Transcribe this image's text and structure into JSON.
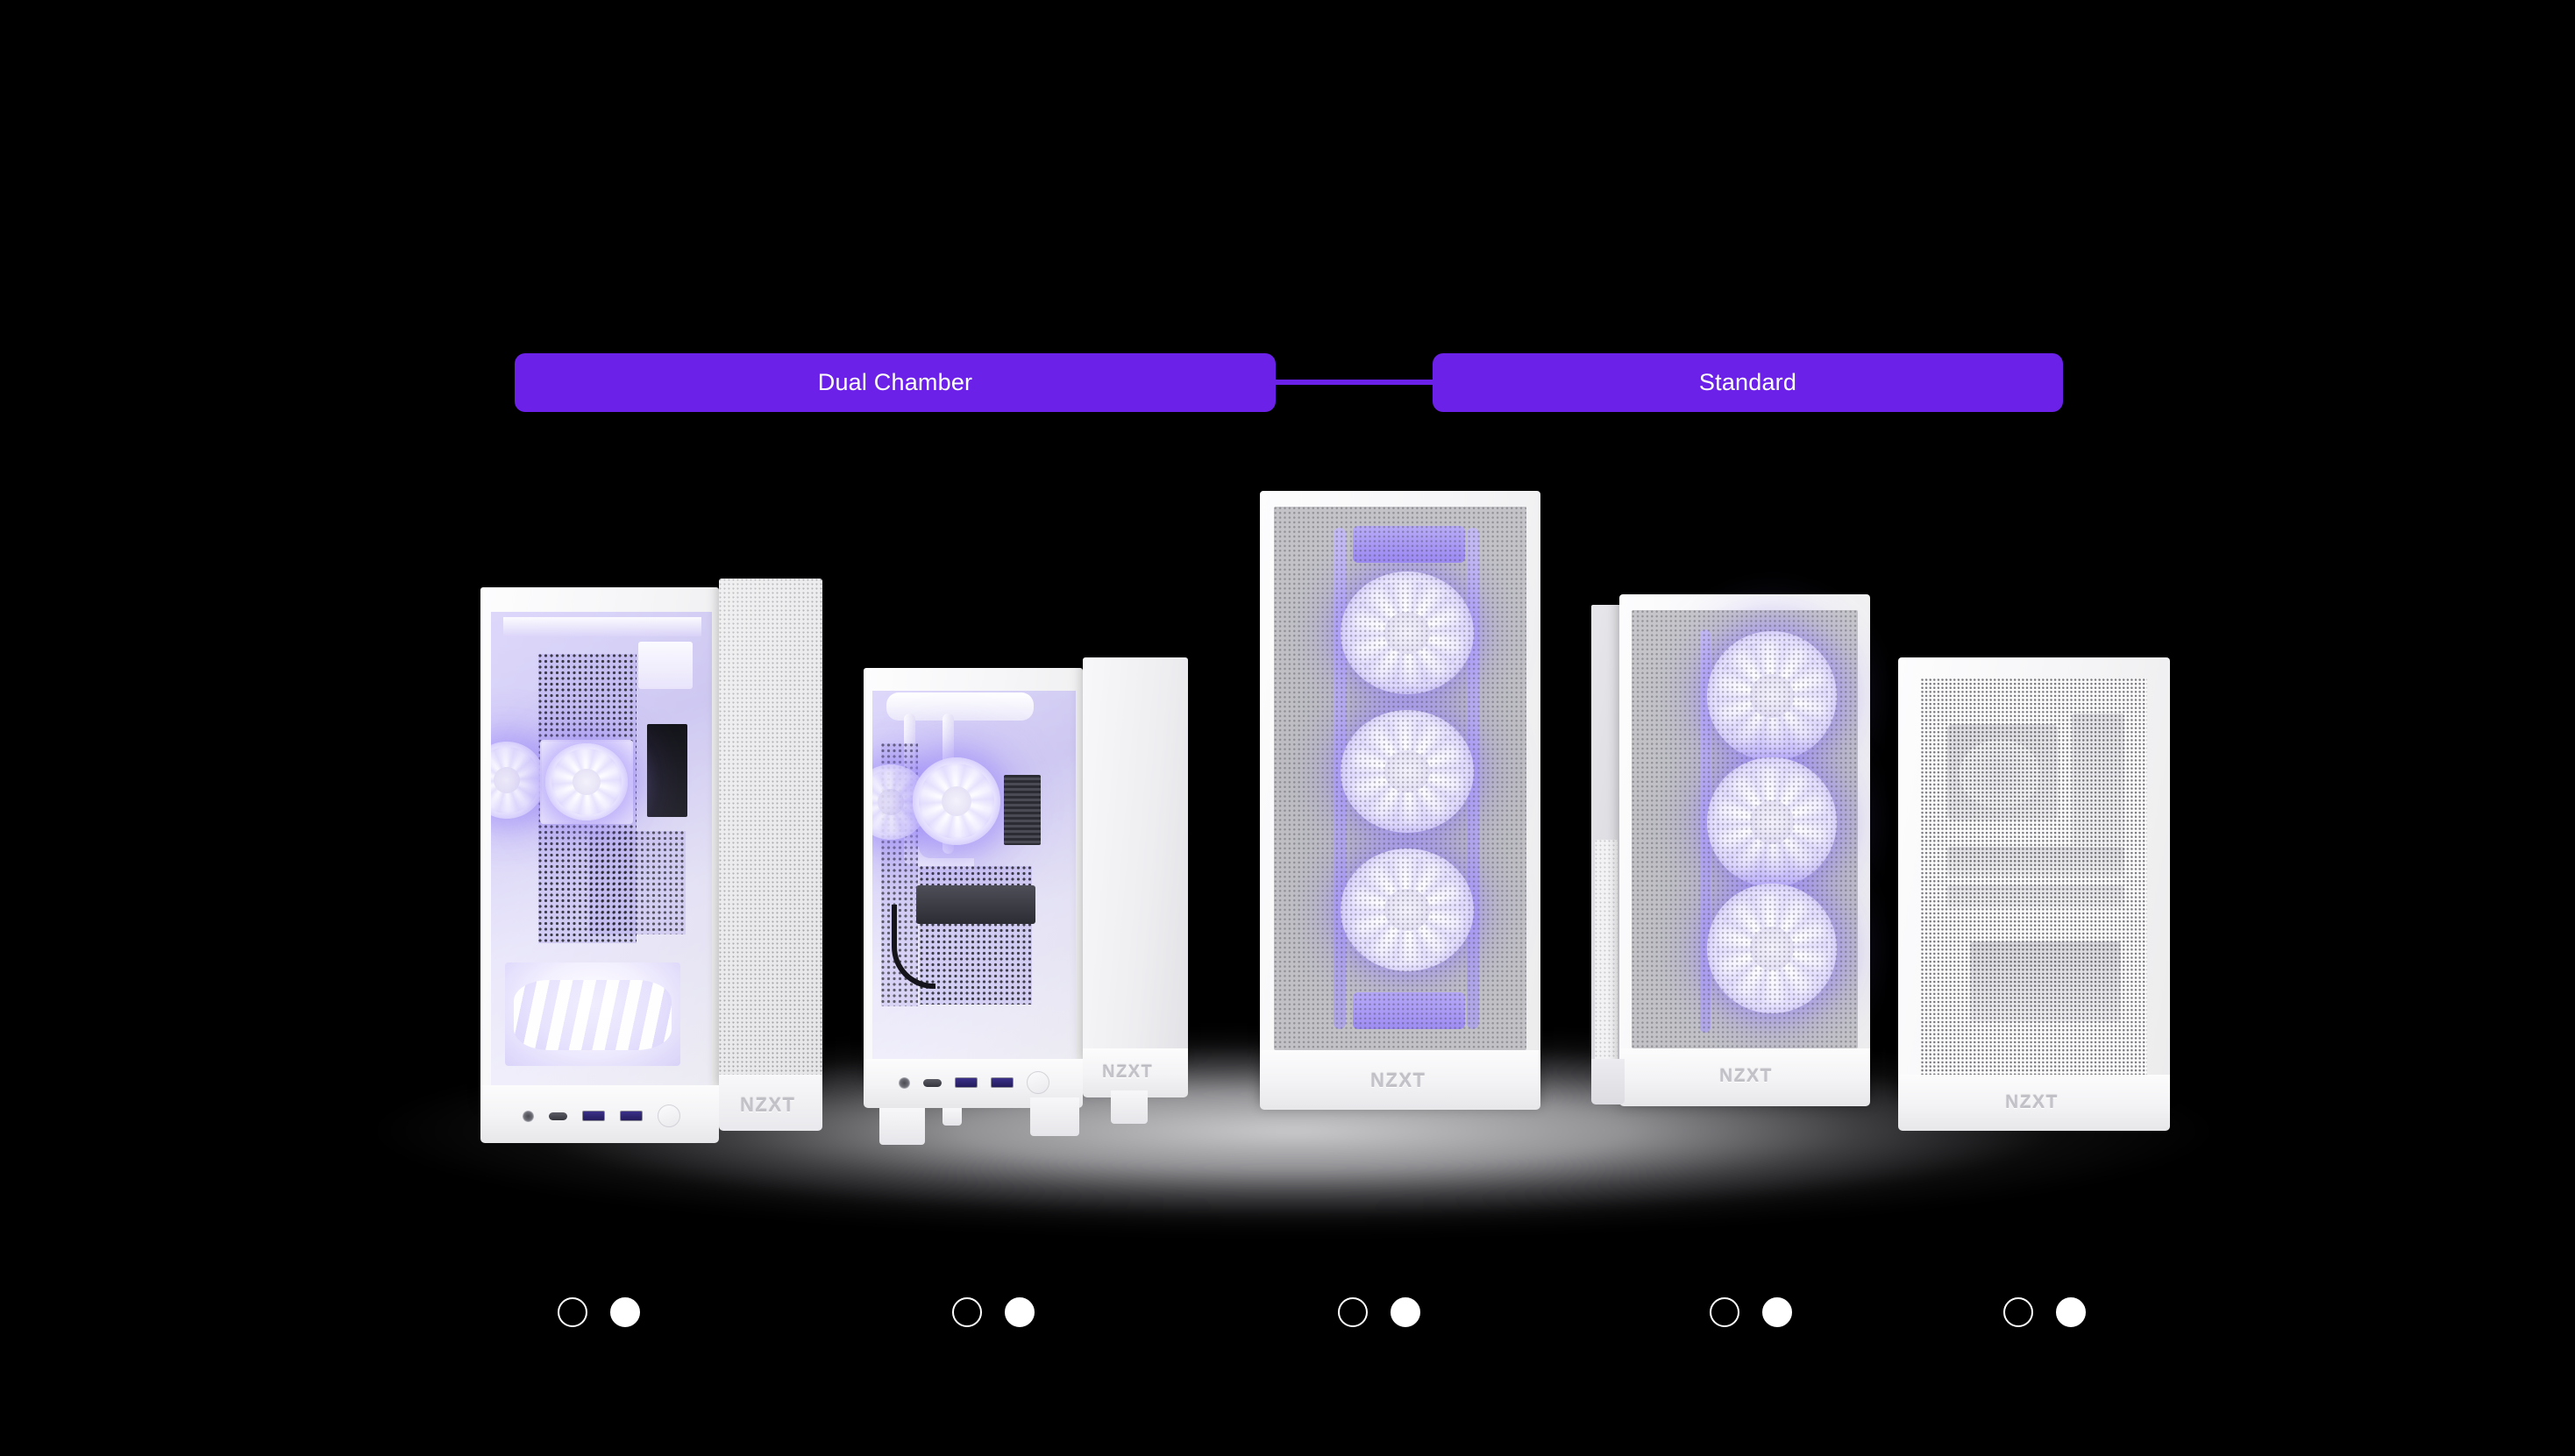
{
  "page": {
    "background_color": "#000000",
    "accent_color": "#6B21E8"
  },
  "tabs": {
    "connector_color": "#6B21E8",
    "items": [
      {
        "id": "dual-chamber",
        "label": "Dual Chamber",
        "selected": true,
        "bg": "#6B21E8",
        "text_color": "#FFFFFF"
      },
      {
        "id": "standard",
        "label": "Standard",
        "selected": false,
        "bg": "#6B21E8",
        "text_color": "#FFFFFF"
      }
    ]
  },
  "products": [
    {
      "id": "case-1",
      "category": "Dual Chamber",
      "brand_logo": "NZXT",
      "view": "angled-left-glass",
      "front_io": [
        "audio-jack",
        "usb-c-port",
        "usb-a-port",
        "usb-a-port",
        "power-button"
      ],
      "lighting_color": "#A894F6"
    },
    {
      "id": "case-2",
      "category": "Dual Chamber",
      "brand_logo": "NZXT",
      "view": "angled-left-glass-compact",
      "front_io": [
        "audio-jack",
        "usb-c-port",
        "usb-a-port",
        "usb-a-port",
        "power-button"
      ],
      "lighting_color": "#A894F6"
    },
    {
      "id": "case-3",
      "category": "Standard",
      "brand_logo": "NZXT",
      "view": "front-mesh-triple-fan",
      "fan_count": 3,
      "lighting_color": "#A894F6"
    },
    {
      "id": "case-4",
      "category": "Standard",
      "brand_logo": "NZXT",
      "view": "front-mesh-triple-fan-angled",
      "fan_count": 3,
      "lighting_color": "#A894F6"
    },
    {
      "id": "case-5",
      "category": "Standard",
      "brand_logo": "NZXT",
      "view": "front-mesh-solid",
      "fan_count": 0,
      "lighting_color": null
    }
  ],
  "color_swatches": [
    {
      "product_id": "case-1",
      "options": [
        {
          "name": "black",
          "fill": "transparent",
          "stroke": "#FFFFFF",
          "selected": false
        },
        {
          "name": "white",
          "fill": "#FFFFFF",
          "stroke": "#FFFFFF",
          "selected": true
        }
      ]
    },
    {
      "product_id": "case-2",
      "options": [
        {
          "name": "black",
          "fill": "transparent",
          "stroke": "#FFFFFF",
          "selected": false
        },
        {
          "name": "white",
          "fill": "#FFFFFF",
          "stroke": "#FFFFFF",
          "selected": true
        }
      ]
    },
    {
      "product_id": "case-3",
      "options": [
        {
          "name": "black",
          "fill": "transparent",
          "stroke": "#FFFFFF",
          "selected": false
        },
        {
          "name": "white",
          "fill": "#FFFFFF",
          "stroke": "#FFFFFF",
          "selected": true
        }
      ]
    },
    {
      "product_id": "case-4",
      "options": [
        {
          "name": "black",
          "fill": "transparent",
          "stroke": "#FFFFFF",
          "selected": false
        },
        {
          "name": "white",
          "fill": "#FFFFFF",
          "stroke": "#FFFFFF",
          "selected": true
        }
      ]
    },
    {
      "product_id": "case-5",
      "options": [
        {
          "name": "black",
          "fill": "transparent",
          "stroke": "#FFFFFF",
          "selected": false
        },
        {
          "name": "white",
          "fill": "#FFFFFF",
          "stroke": "#FFFFFF",
          "selected": true
        }
      ]
    }
  ]
}
